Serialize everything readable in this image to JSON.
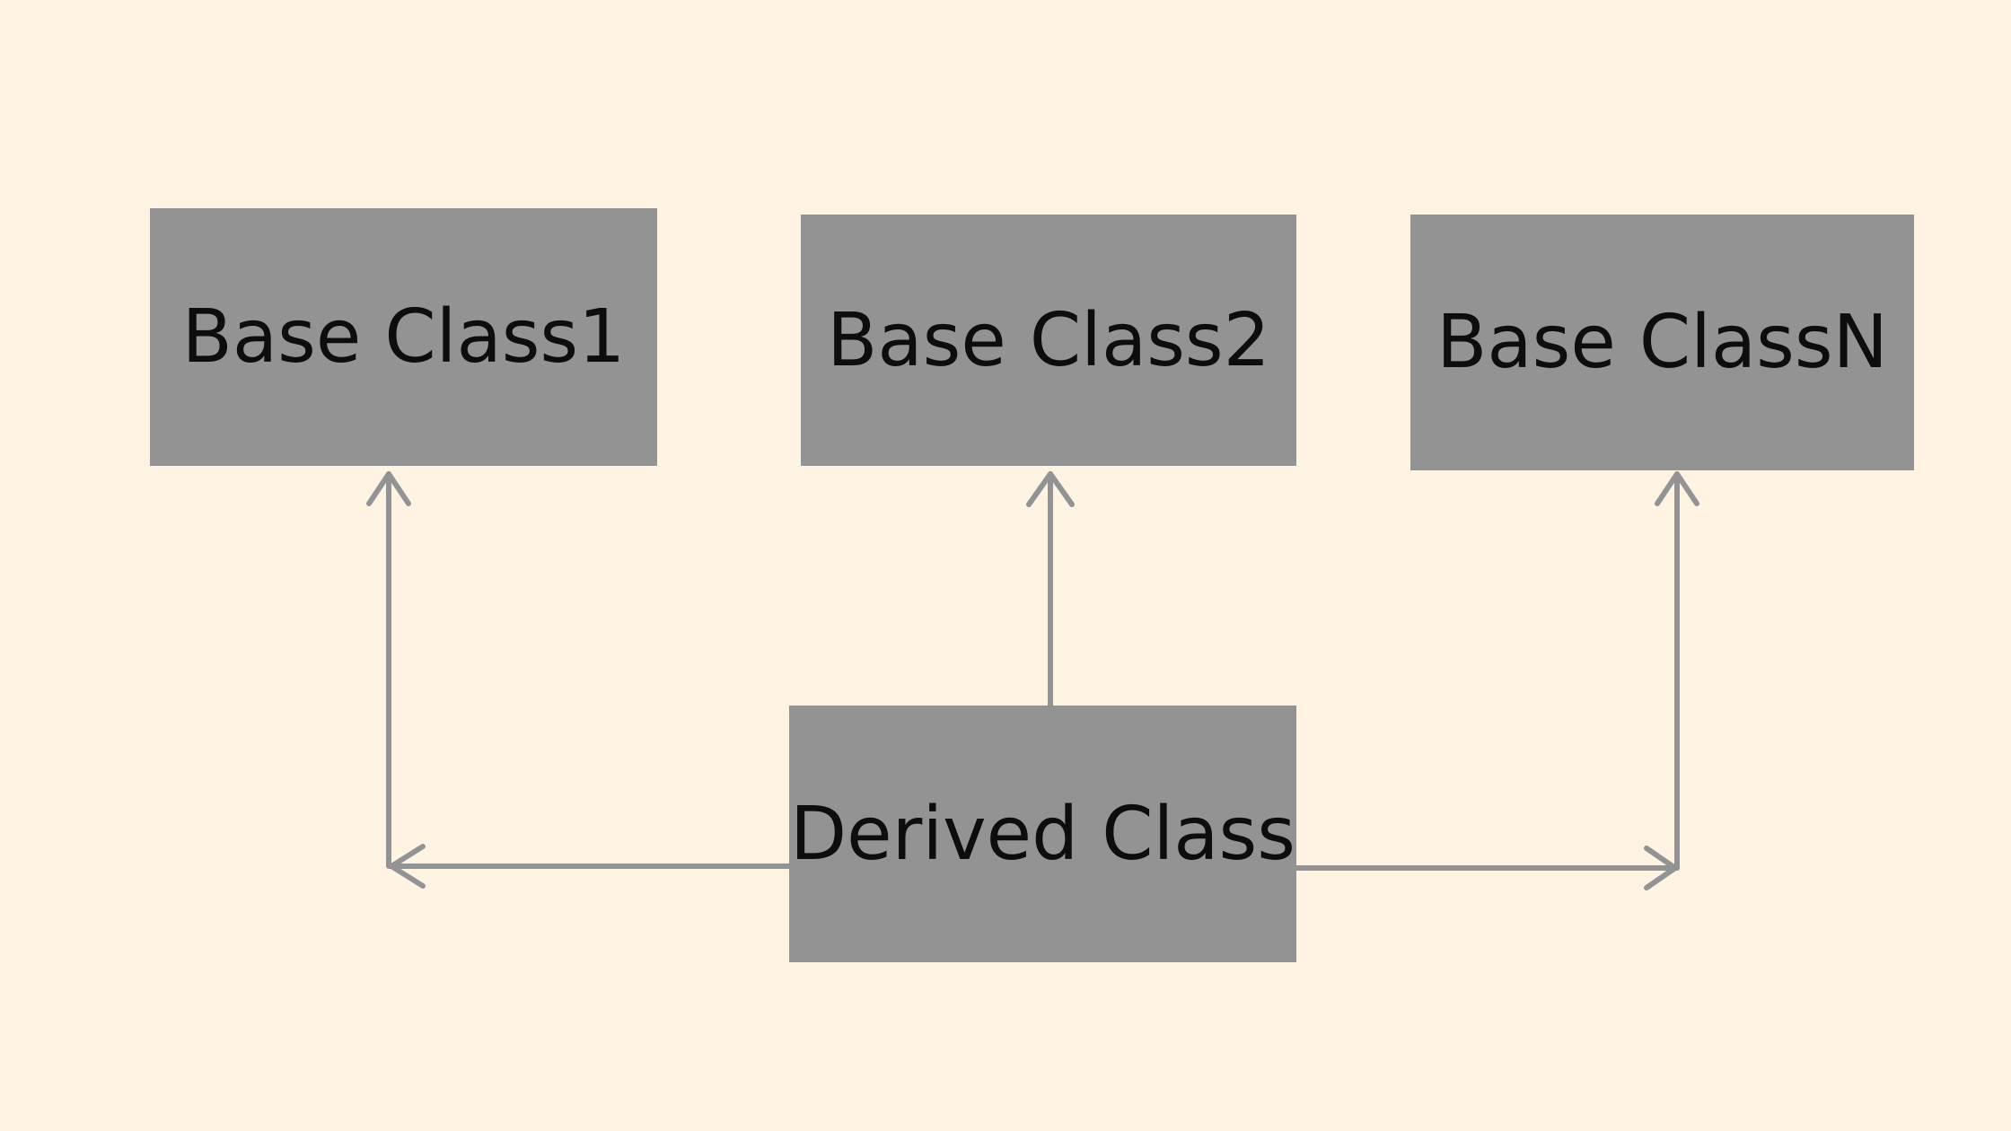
{
  "colors": {
    "background": "#fff3e4",
    "box_fill": "#939393",
    "arrow": "#939393",
    "text": "#0d0d0d"
  },
  "diagram": {
    "base_classes": [
      {
        "label": "Base Class1"
      },
      {
        "label": "Base Class2"
      },
      {
        "label": "Base ClassN"
      }
    ],
    "derived_class": {
      "label": "Derived Class"
    },
    "edges": [
      {
        "from": "Derived Class",
        "to": "Base Class1"
      },
      {
        "from": "Derived Class",
        "to": "Base Class2"
      },
      {
        "from": "Derived Class",
        "to": "Base ClassN"
      }
    ]
  }
}
